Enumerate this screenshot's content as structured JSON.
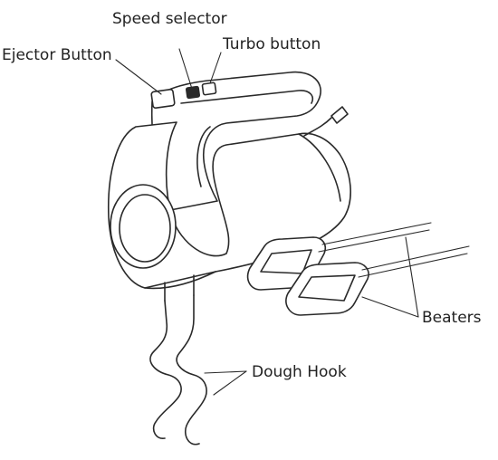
{
  "labels": {
    "speed_selector": "Speed selector",
    "ejector_button": "Ejector Button",
    "turbo_button": "Turbo button",
    "beaters": "Beaters",
    "dough_hook": "Dough Hook"
  },
  "colors": {
    "ink": "#2a2a2a",
    "background": "#ffffff"
  }
}
